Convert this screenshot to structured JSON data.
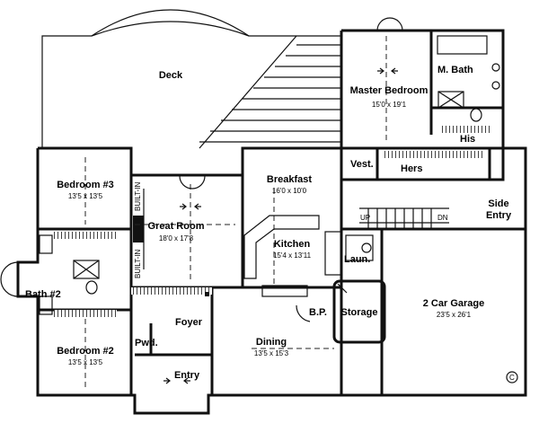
{
  "rooms": {
    "deck": {
      "name": "Deck"
    },
    "master_bedroom": {
      "name": "Master Bedroom",
      "dims": "15'0 x 19'1"
    },
    "master_bath": {
      "name": "M. Bath"
    },
    "his": {
      "name": "His"
    },
    "hers": {
      "name": "Hers"
    },
    "vest": {
      "name": "Vest."
    },
    "bedroom3": {
      "name": "Bedroom #3",
      "dims": "13'5 x 13'5"
    },
    "great_room": {
      "name": "Great Room",
      "dims": "18'0 x 17'8"
    },
    "breakfast": {
      "name": "Breakfast",
      "dims": "16'0 x 10'0"
    },
    "kitchen": {
      "name": "Kitchen",
      "dims": "15'4 x 13'11"
    },
    "side_entry": {
      "name": "Side Entry"
    },
    "laun": {
      "name": "Laun."
    },
    "bath2": {
      "name": "Bath #2"
    },
    "foyer": {
      "name": "Foyer"
    },
    "pwd": {
      "name": "Pwd."
    },
    "bp": {
      "name": "B.P."
    },
    "storage": {
      "name": "Storage"
    },
    "garage": {
      "name": "2 Car Garage",
      "dims": "23'5 x 26'1"
    },
    "dining": {
      "name": "Dining",
      "dims": "13'5 x 15'3"
    },
    "bedroom2": {
      "name": "Bedroom #2",
      "dims": "13'5 x 13'5"
    },
    "entry": {
      "name": "Entry"
    }
  },
  "labels": {
    "built_in_upper": "BUILT-IN",
    "built_in_lower": "BUILT-IN",
    "stair_up": "UP",
    "stair_down": "DN",
    "copyright": "C"
  }
}
